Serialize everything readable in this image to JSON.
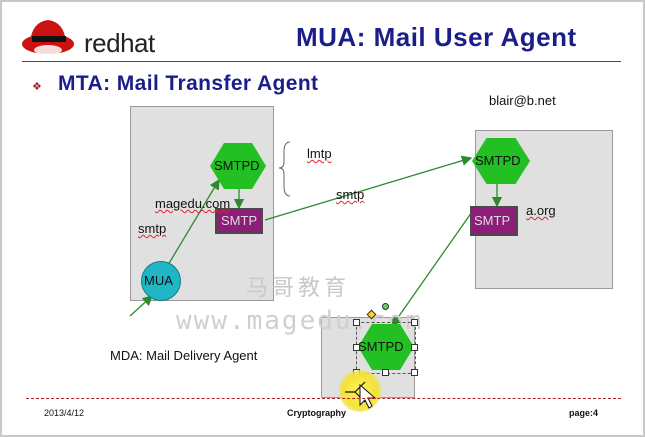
{
  "header": {
    "brand_name": "redhat",
    "title": "MUA: Mail User Agent"
  },
  "content": {
    "subtitle": "MTA: Mail Transfer Agent",
    "recipient_address": "blair@b.net",
    "lmtp_label": "lmtp",
    "smtp_label_top": "smtp",
    "host_left": "magedu.com",
    "host_right": "a.org",
    "smtp_label_left": "smtp",
    "mda_label": "MDA: Mail Delivery Agent",
    "nodes": {
      "smtpd_left": "SMTPD",
      "smtp_left": "SMTP",
      "mua": "MUA",
      "smtpd_right": "SMTPD",
      "smtp_right": "SMTP",
      "smtpd_bottom": "SMTPD"
    },
    "watermark_cn": "马哥教育",
    "watermark_url": "www.magedu.com"
  },
  "footer": {
    "date": "2013/4/12",
    "course": "Cryptography",
    "page_label": "page:",
    "page_number": "4"
  },
  "colors": {
    "title_blue": "#1a1e88",
    "accent_red": "#b41f1f",
    "hex_green": "#22c022",
    "smtp_purple": "#8c1e7a",
    "mua_cyan": "#1fb6c6",
    "arrow_green": "#2c8a2c"
  }
}
